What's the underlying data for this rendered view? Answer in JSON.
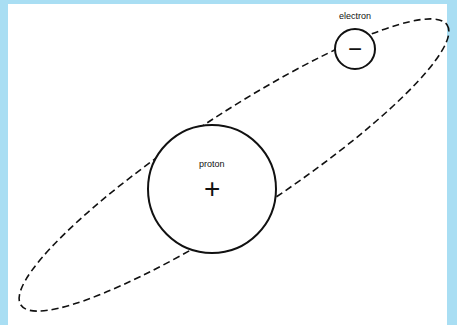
{
  "diagram": {
    "nodes": [
      {
        "text": [
          "electron",
          "−"
        ]
      },
      {
        "text": [
          "proton",
          "+"
        ]
      }
    ]
  }
}
